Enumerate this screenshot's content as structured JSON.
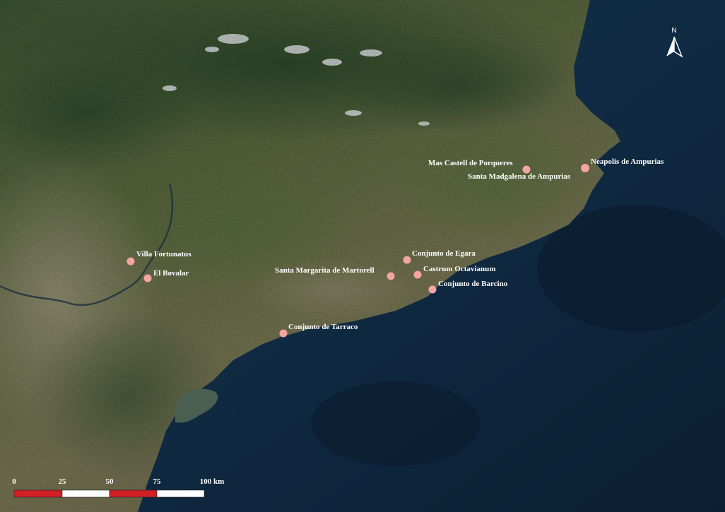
{
  "map": {
    "north_label": "N",
    "sites": [
      {
        "id": "villa-fortunatus",
        "name": "Villa Fortunatus"
      },
      {
        "id": "el-bovalar",
        "name": "El Bovalar"
      },
      {
        "id": "mas-castell-de-porqueres",
        "name": "Mas Castell de Porqueres"
      },
      {
        "id": "santa-madgalena-de-ampurias",
        "name": "Santa Madgalena de Ampurias"
      },
      {
        "id": "neapolis-de-ampurias",
        "name": "Neapolis de Ampurias"
      },
      {
        "id": "conjunto-de-egara",
        "name": "Conjunto de Egara"
      },
      {
        "id": "santa-margarita-de-martorell",
        "name": "Santa Margarita de Martorell"
      },
      {
        "id": "castrum-octavianum",
        "name": "Castrum Octavianum"
      },
      {
        "id": "conjunto-de-barcino",
        "name": "Conjunto de Barcino"
      },
      {
        "id": "conjunto-de-tarraco",
        "name": "Conjunto de Tarraco"
      }
    ],
    "scale": {
      "ticks": [
        "0",
        "25",
        "50",
        "75"
      ],
      "end_label": "100 km",
      "colors": [
        "#d11f26",
        "#ffffff"
      ]
    },
    "colors": {
      "marker": "#f4a3a6",
      "sea": "#0d2237",
      "land": "#7b7a56"
    }
  }
}
